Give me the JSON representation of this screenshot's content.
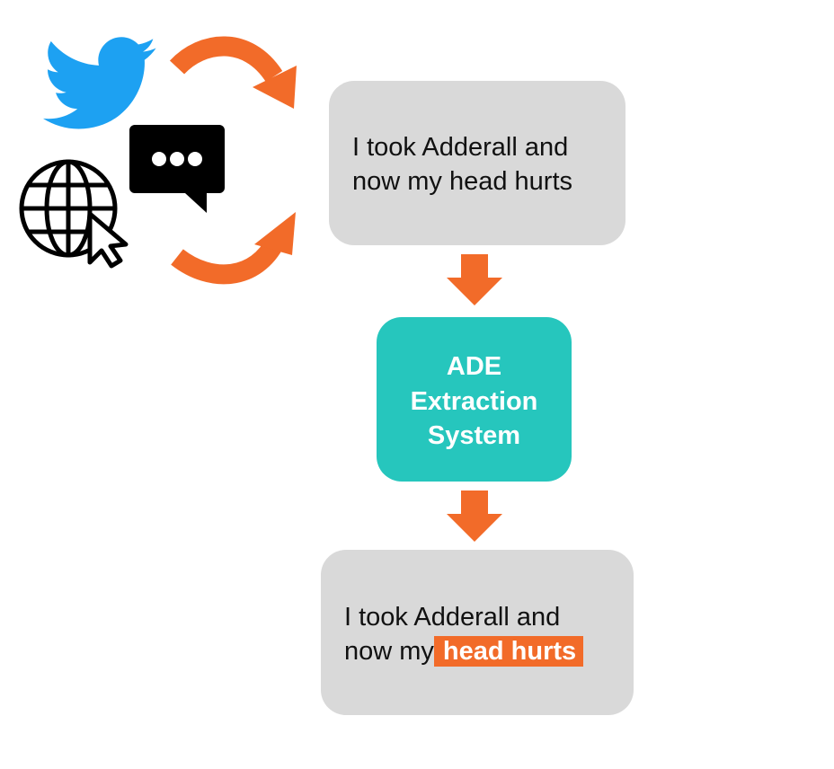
{
  "sources": {
    "icons": [
      "twitter-bird-icon",
      "chat-bubble-icon",
      "globe-cursor-icon"
    ]
  },
  "input": {
    "line1": "I took Adderall and",
    "line2": "now my head hurts"
  },
  "system": {
    "line1": "ADE",
    "line2": "Extraction",
    "line3": "System"
  },
  "output": {
    "line1": "I took Adderall and",
    "line2_prefix": "now my",
    "highlight": "head hurts"
  },
  "colors": {
    "accent_orange": "#f26b29",
    "teal": "#26c6bd",
    "box_gray": "#d9d9d9",
    "twitter_blue": "#1da1f2"
  }
}
